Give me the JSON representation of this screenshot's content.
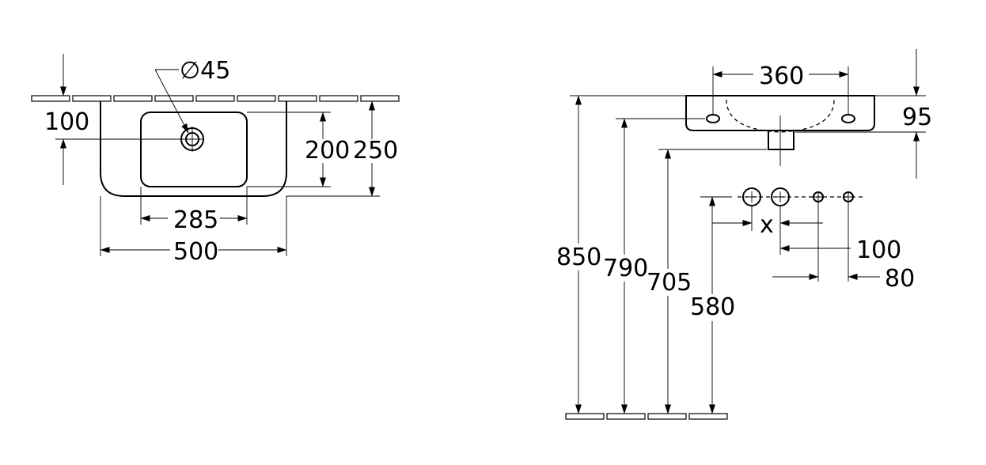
{
  "plan_view": {
    "dim_diameter": "∅45",
    "dim_depth_from_wall": "100",
    "dim_bowl_depth": "200",
    "dim_total_depth": "250",
    "dim_bowl_width": "285",
    "dim_total_width": "500"
  },
  "elevation_view": {
    "dim_tap_spacing": "360",
    "dim_thickness": "95",
    "dim_850": "850",
    "dim_790": "790",
    "dim_705": "705",
    "dim_580": "580",
    "dim_x": "x",
    "dim_100": "100",
    "dim_80": "80"
  }
}
